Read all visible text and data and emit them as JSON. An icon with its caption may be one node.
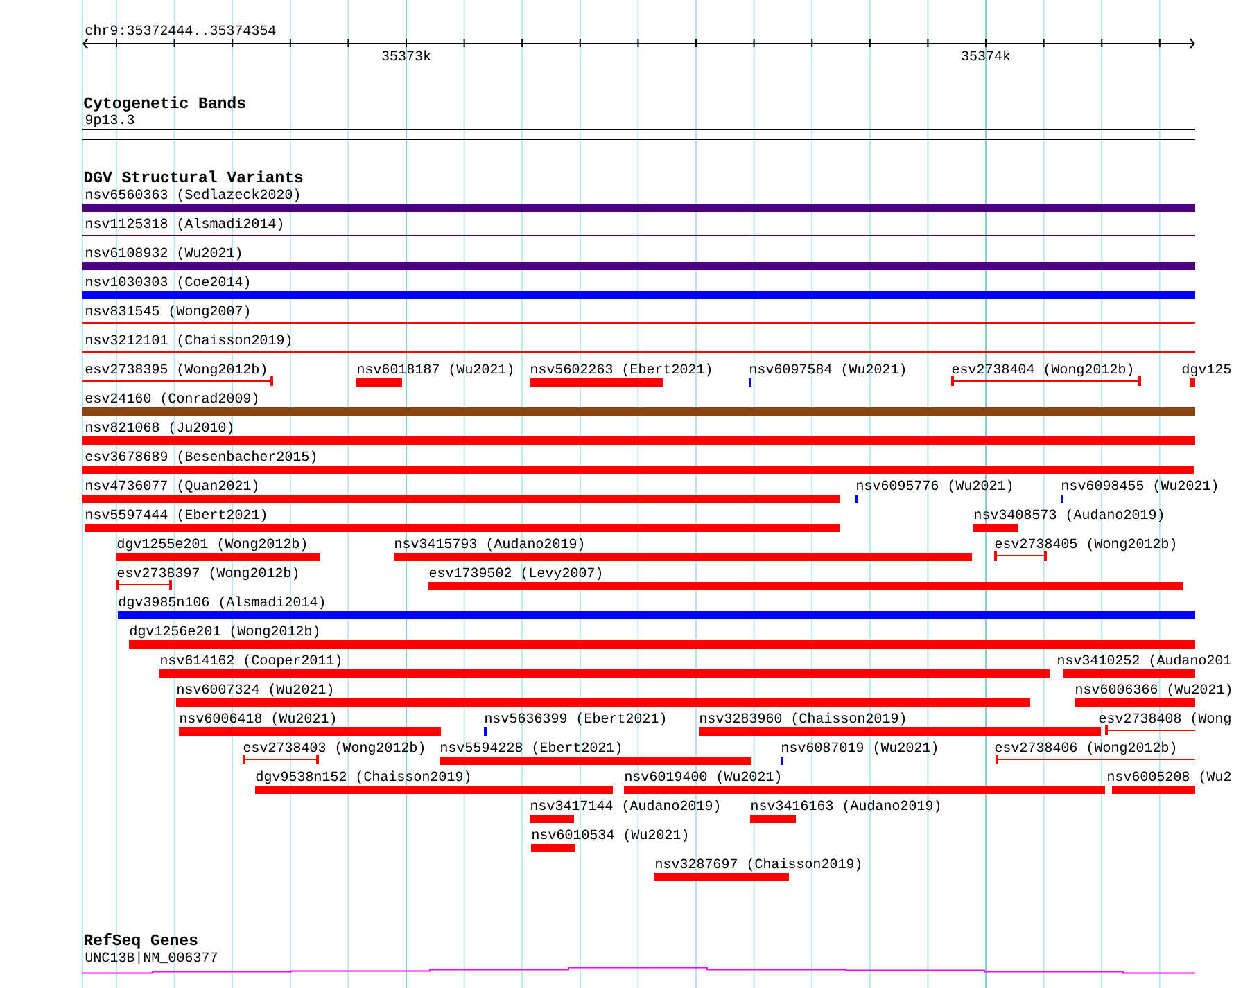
{
  "diagram": {
    "nodes": [
      {
        "text": [
          "9p13.3"
        ]
      },
      {
        "text": [
          "nsv6560363 (Sedlazeck2020)"
        ]
      },
      {
        "text": [
          "nsv1125318 (Alsmadi2014)"
        ]
      },
      {
        "text": [
          "nsv6108932 (Wu2021)"
        ]
      },
      {
        "text": [
          "nsv1030303 (Coe2014)"
        ]
      },
      {
        "text": [
          "nsv831545 (Wong2007)"
        ]
      },
      {
        "text": [
          "nsv3212101 (Chaisson2019)"
        ]
      },
      {
        "text": [
          "esv2738395 (Wong2012b)"
        ]
      },
      {
        "text": [
          "nsv6018187 (Wu2021)"
        ]
      },
      {
        "text": [
          "nsv5602263 (Ebert2021)"
        ]
      },
      {
        "text": [
          "nsv6097584 (Wu2021)"
        ]
      },
      {
        "text": [
          "esv2738404 (Wong2012b)"
        ]
      },
      {
        "text": [
          "dgv125"
        ]
      },
      {
        "text": [
          "esv24160 (Conrad2009)"
        ]
      },
      {
        "text": [
          "nsv821068 (Ju2010)"
        ]
      },
      {
        "text": [
          "esv3678689 (Besenbacher2015)"
        ]
      },
      {
        "text": [
          "nsv4736077 (Quan2021)"
        ]
      },
      {
        "text": [
          "nsv6095776 (Wu2021)"
        ]
      },
      {
        "text": [
          "nsv6098455 (Wu2021)"
        ]
      },
      {
        "text": [
          "nsv5597444 (Ebert2021)"
        ]
      },
      {
        "text": [
          "nsv3408573 (Audano2019)"
        ]
      },
      {
        "text": [
          "dgv1255e201 (Wong2012b)"
        ]
      },
      {
        "text": [
          "nsv3415793 (Audano2019)"
        ]
      },
      {
        "text": [
          "esv2738405 (Wong2012b)"
        ]
      },
      {
        "text": [
          "esv2738397 (Wong2012b)"
        ]
      },
      {
        "text": [
          "esv1739502 (Levy2007)"
        ]
      },
      {
        "text": [
          "dgv3985n106 (Alsmadi2014)"
        ]
      },
      {
        "text": [
          "dgv1256e201 (Wong2012b)"
        ]
      },
      {
        "text": [
          "nsv614162 (Cooper2011)"
        ]
      },
      {
        "text": [
          "nsv3410252 (Audano201"
        ]
      },
      {
        "text": [
          "nsv6007324 (Wu2021)"
        ]
      },
      {
        "text": [
          "nsv6006366 (Wu2021)"
        ]
      },
      {
        "text": [
          "nsv6006418 (Wu2021)"
        ]
      },
      {
        "text": [
          "nsv5636399 (Ebert2021)"
        ]
      },
      {
        "text": [
          "nsv3283960 (Chaisson2019)"
        ]
      },
      {
        "text": [
          "esv2738408 (Wong"
        ]
      },
      {
        "text": [
          "esv2738403 (Wong2012b)"
        ]
      },
      {
        "text": [
          "nsv5594228 (Ebert2021)"
        ]
      },
      {
        "text": [
          "nsv6087019 (Wu2021)"
        ]
      },
      {
        "text": [
          "esv2738406 (Wong2012b)"
        ]
      },
      {
        "text": [
          "dgv9538n152 (Chaisson2019)"
        ]
      },
      {
        "text": [
          "nsv6019400 (Wu2021)"
        ]
      },
      {
        "text": [
          "nsv6005208 (Wu2"
        ]
      },
      {
        "text": [
          "nsv3417144 (Audano2019)"
        ]
      },
      {
        "text": [
          "nsv3416163 (Audano2019)"
        ]
      },
      {
        "text": [
          "nsv6010534 (Wu2021)"
        ]
      },
      {
        "text": [
          "nsv3287697 (Chaisson2019)"
        ]
      },
      {
        "text": [
          "UNC13B|NM_006377"
        ]
      }
    ],
    "labels": [
      "chr9:35372444..35374354",
      "35373k",
      "35374k",
      "Cytogenetic Bands",
      "DGV Structural Variants",
      "RefSeq Genes"
    ]
  }
}
